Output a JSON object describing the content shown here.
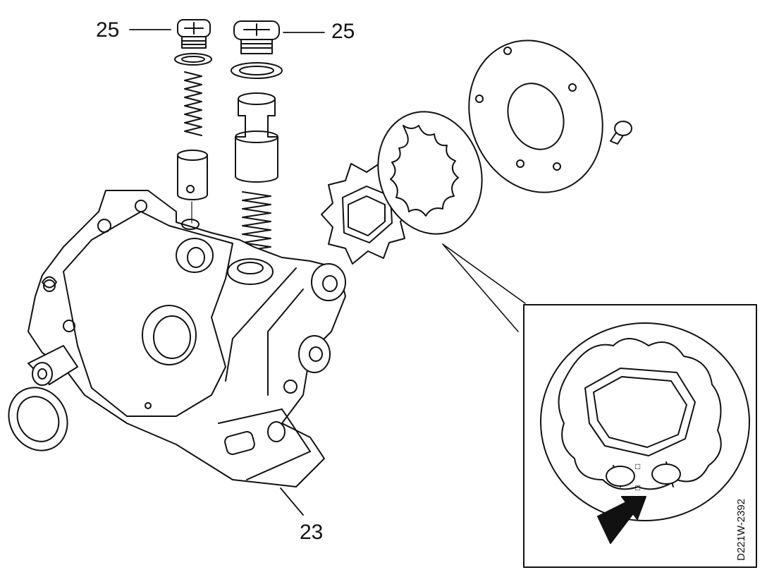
{
  "figure": {
    "callouts": {
      "left_plug": "25",
      "right_plug": "25",
      "pump_housing": "23"
    },
    "reference_code": "D221W-2392",
    "detail_marks": [
      "□",
      "□"
    ]
  },
  "colors": {
    "line": "#111111",
    "background": "#ffffff"
  }
}
